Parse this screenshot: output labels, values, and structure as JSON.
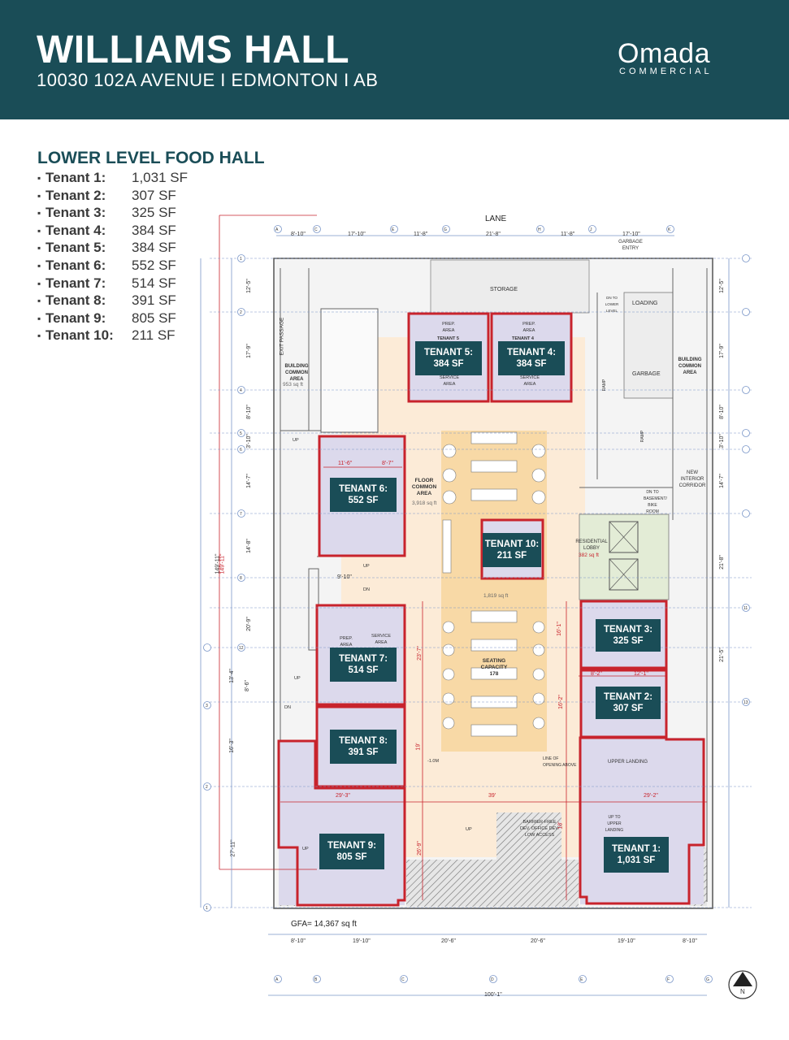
{
  "header": {
    "title": "WILLIAMS HALL",
    "address": "10030 102A  AVENUE  I  EDMONTON  I  AB",
    "logo_main": "Omada",
    "logo_sub": "COMMERCIAL"
  },
  "section_title": "LOWER LEVEL FOOD HALL",
  "tenant_list": [
    {
      "name": "Tenant 1:",
      "size": "1,031 SF"
    },
    {
      "name": "Tenant 2:",
      "size": "307 SF"
    },
    {
      "name": "Tenant 3:",
      "size": "325 SF"
    },
    {
      "name": "Tenant 4:",
      "size": "384 SF"
    },
    {
      "name": "Tenant 5:",
      "size": "384 SF"
    },
    {
      "name": "Tenant 6:",
      "size": "552 SF"
    },
    {
      "name": "Tenant 7:",
      "size": "514 SF"
    },
    {
      "name": "Tenant 8:",
      "size": "391 SF"
    },
    {
      "name": "Tenant 9:",
      "size": "805 SF"
    },
    {
      "name": "Tenant 10:",
      "size": "211 SF"
    }
  ],
  "plan": {
    "lane": "LANE",
    "gfa": "GFA= 14,367 sq ft",
    "north": "N",
    "tenant_boxes": [
      {
        "label": "TENANT 1:",
        "size": "1,031 SF"
      },
      {
        "label": "TENANT 2:",
        "size": "307 SF"
      },
      {
        "label": "TENANT 3:",
        "size": "325 SF"
      },
      {
        "label": "TENANT 4:",
        "size": "384 SF"
      },
      {
        "label": "TENANT 5:",
        "size": "384 SF"
      },
      {
        "label": "TENANT 6:",
        "size": "552 SF"
      },
      {
        "label": "TENANT 7:",
        "size": "514 SF"
      },
      {
        "label": "TENANT 8:",
        "size": "391 SF"
      },
      {
        "label": "TENANT 9:",
        "size": "805 SF"
      },
      {
        "label": "TENANT 10:",
        "size": "211 SF"
      }
    ],
    "rooms": {
      "storage": "STORAGE",
      "loading": "LOADING",
      "garbage": "GARBAGE",
      "garbage_entry": "GARBAGE ENTRY",
      "exit_passage": "EXIT PASSAGE",
      "bca_left": "BUILDING COMMON AREA",
      "bca_left_sqft": "953 sq ft",
      "bca_right": "BUILDING COMMON AREA",
      "floor_common": "FLOOR COMMON AREA",
      "floor_common_sqft": "3,918 sq ft",
      "res_lobby": "RESIDENTIAL LOBBY",
      "res_lobby_sqft": "382 sq ft",
      "new_corridor": "NEW INTERIOR CORRIDOR",
      "seating_area_sqft": "1,819 sq ft",
      "seating": "SEATING CAPACITY 178",
      "upper_landing": "UPPER LANDING",
      "line_opening": "LINE OF OPENING ABOVE",
      "barrier_free": "BARRIER-FREE DEV. OFFICE DEV. LOW ACCESS",
      "prep_area": "PREP. AREA",
      "service_area": "SERVICE AREA",
      "tenant5_small": "TENANT 5",
      "tenant4_small": "TENANT 4",
      "up": "UP",
      "dn": "DN",
      "up_to_upper": "UP TO UPPER LANDING",
      "ramp": "RAMP",
      "dn_basement": "DN TO BASEMENT/ BIKE ROOM",
      "dn_lower": "DN TO LOWER LEVEL",
      "elev": "-1.0M"
    },
    "dims": {
      "top": [
        "8'-10\"",
        "17'-10\"",
        "11'-8\"",
        "21'-8\"",
        "11'-8\"",
        "17'-10\""
      ],
      "bottom": [
        "8'-10\"",
        "19'-10\"",
        "20'-6\"",
        "20'-6\"",
        "19'-10\"",
        "8'-10\""
      ],
      "overall_w": "100'-1\"",
      "overall_h": "149'-11\"",
      "left": [
        "12'-5\"",
        "17'-9\"",
        "8'-10\"",
        "3'-10\"",
        "14'-7\"",
        "14'-8\"",
        "20'-9\"",
        "13'-4\"",
        "8'-6\"",
        "16'-3\"",
        "27'-11\""
      ],
      "right": [
        "12'-5\"",
        "17'-9\"",
        "8'-10\"",
        "3'-10\"",
        "14'-7\"",
        "21'-8\"",
        "21'-5\""
      ],
      "inner": [
        "11'-6\"",
        "8'-7\"",
        "8'-2\"",
        "12'-1\"",
        "29'-3\"",
        "39'",
        "29'-2\"",
        "23'-7\"",
        "19'",
        "26'-9\"",
        "16'-1\"",
        "16'-2\"",
        "18'",
        "9'-10\""
      ],
      "grid_cols": [
        "A",
        "C",
        "E",
        "G",
        "H",
        "J",
        "K"
      ],
      "grid_cols_bottom": [
        "A",
        "B",
        "C",
        "D",
        "E",
        "F",
        "G"
      ],
      "grid_rows": [
        "1",
        "2",
        "4",
        "5",
        "6",
        "7",
        "8",
        "11",
        "12",
        "13",
        "3",
        "2",
        "1"
      ]
    }
  }
}
